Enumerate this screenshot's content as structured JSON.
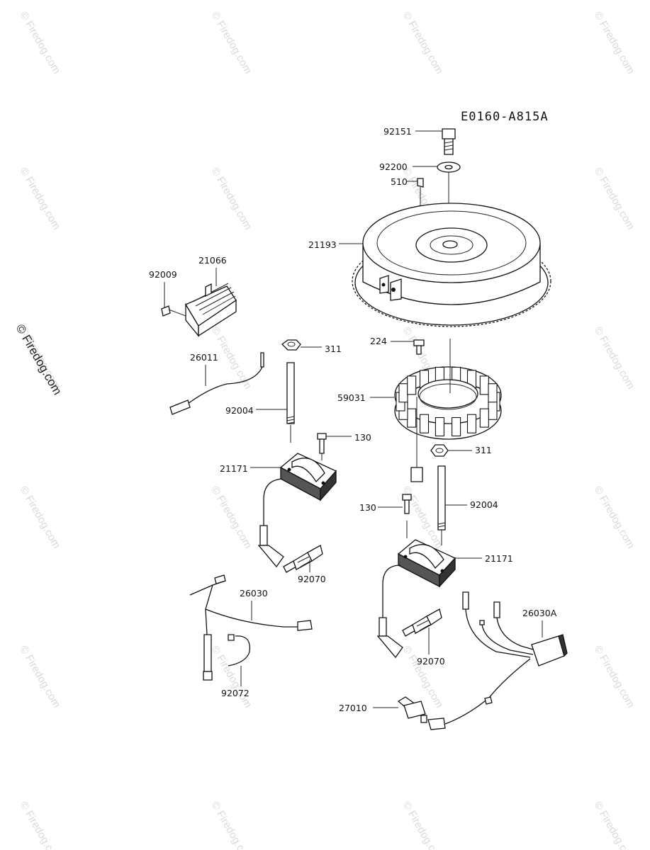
{
  "diagram": {
    "code": "E0160-A815A",
    "side_watermark": "© Firedog.com",
    "watermark_text": "© Firedog.com",
    "parts": [
      {
        "key": "92151",
        "label": "92151"
      },
      {
        "key": "92200",
        "label": "92200"
      },
      {
        "key": "510",
        "label": "510"
      },
      {
        "key": "21193",
        "label": "21193"
      },
      {
        "key": "21066",
        "label": "21066"
      },
      {
        "key": "92009",
        "label": "92009"
      },
      {
        "key": "26011",
        "label": "26011"
      },
      {
        "key": "311a",
        "label": "311"
      },
      {
        "key": "224",
        "label": "224"
      },
      {
        "key": "59031",
        "label": "59031"
      },
      {
        "key": "92004a",
        "label": "92004"
      },
      {
        "key": "130a",
        "label": "130"
      },
      {
        "key": "21171a",
        "label": "21171"
      },
      {
        "key": "311b",
        "label": "311"
      },
      {
        "key": "130b",
        "label": "130"
      },
      {
        "key": "92004b",
        "label": "92004"
      },
      {
        "key": "92070a",
        "label": "92070"
      },
      {
        "key": "21171b",
        "label": "21171"
      },
      {
        "key": "26030",
        "label": "26030"
      },
      {
        "key": "26030A",
        "label": "26030A"
      },
      {
        "key": "92070b",
        "label": "92070"
      },
      {
        "key": "92072",
        "label": "92072"
      },
      {
        "key": "27010",
        "label": "27010"
      }
    ]
  }
}
